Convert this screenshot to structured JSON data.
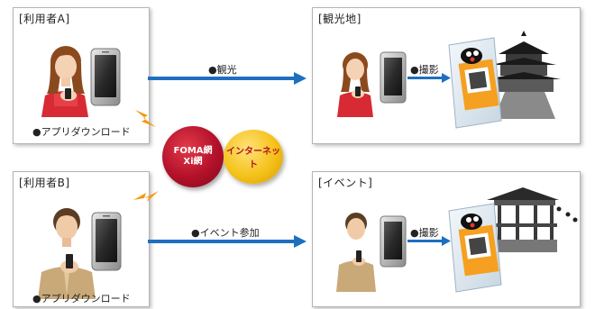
{
  "user_a": {
    "title": "[利用者A]",
    "caption": "●アプリダウンロード"
  },
  "user_b": {
    "title": "[利用者B]",
    "caption": "●アプリダウンロード"
  },
  "tourist": {
    "title": "[観光地]",
    "shoot_label": "●撮影"
  },
  "event": {
    "title": "[イベント]",
    "shoot_label": "●撮影"
  },
  "arrows": {
    "top_label": "●観光",
    "bottom_label": "●イベント参加"
  },
  "network": {
    "foma_line1": "FOMA網",
    "foma_line2": "Xi網",
    "internet": "インターネット"
  },
  "colors": {
    "arrow": "#1e6fc0",
    "foma": "#b3112a",
    "internet": "#f5c21a",
    "lightning": "#f39a12"
  }
}
